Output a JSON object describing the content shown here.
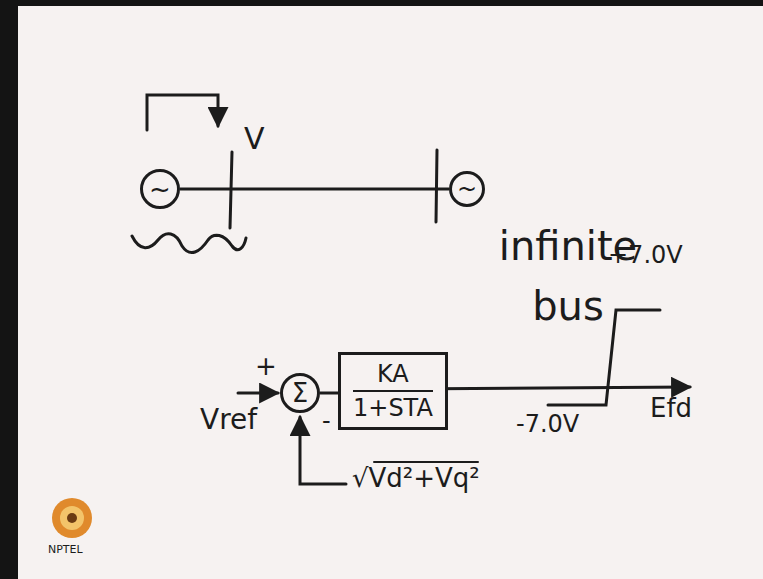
{
  "diagram": {
    "nodes": [
      {
        "text": [
          "~"
        ]
      },
      {
        "text": [
          "~"
        ]
      },
      {
        "text": [
          "Σ"
        ]
      },
      {
        "text": [
          "KA",
          "1+STA"
        ]
      }
    ],
    "edges": [
      {
        "from": 0,
        "to": 1,
        "arrow": "none"
      },
      {
        "from": 2,
        "to": 3,
        "arrow": "none"
      }
    ],
    "labels": [
      "V",
      "-",
      "infinite bus",
      "+7.0V",
      "-7.0V",
      "Efd",
      "+",
      "Vref",
      "-",
      "√Vd²+Vq²",
      "NPTEL"
    ]
  }
}
